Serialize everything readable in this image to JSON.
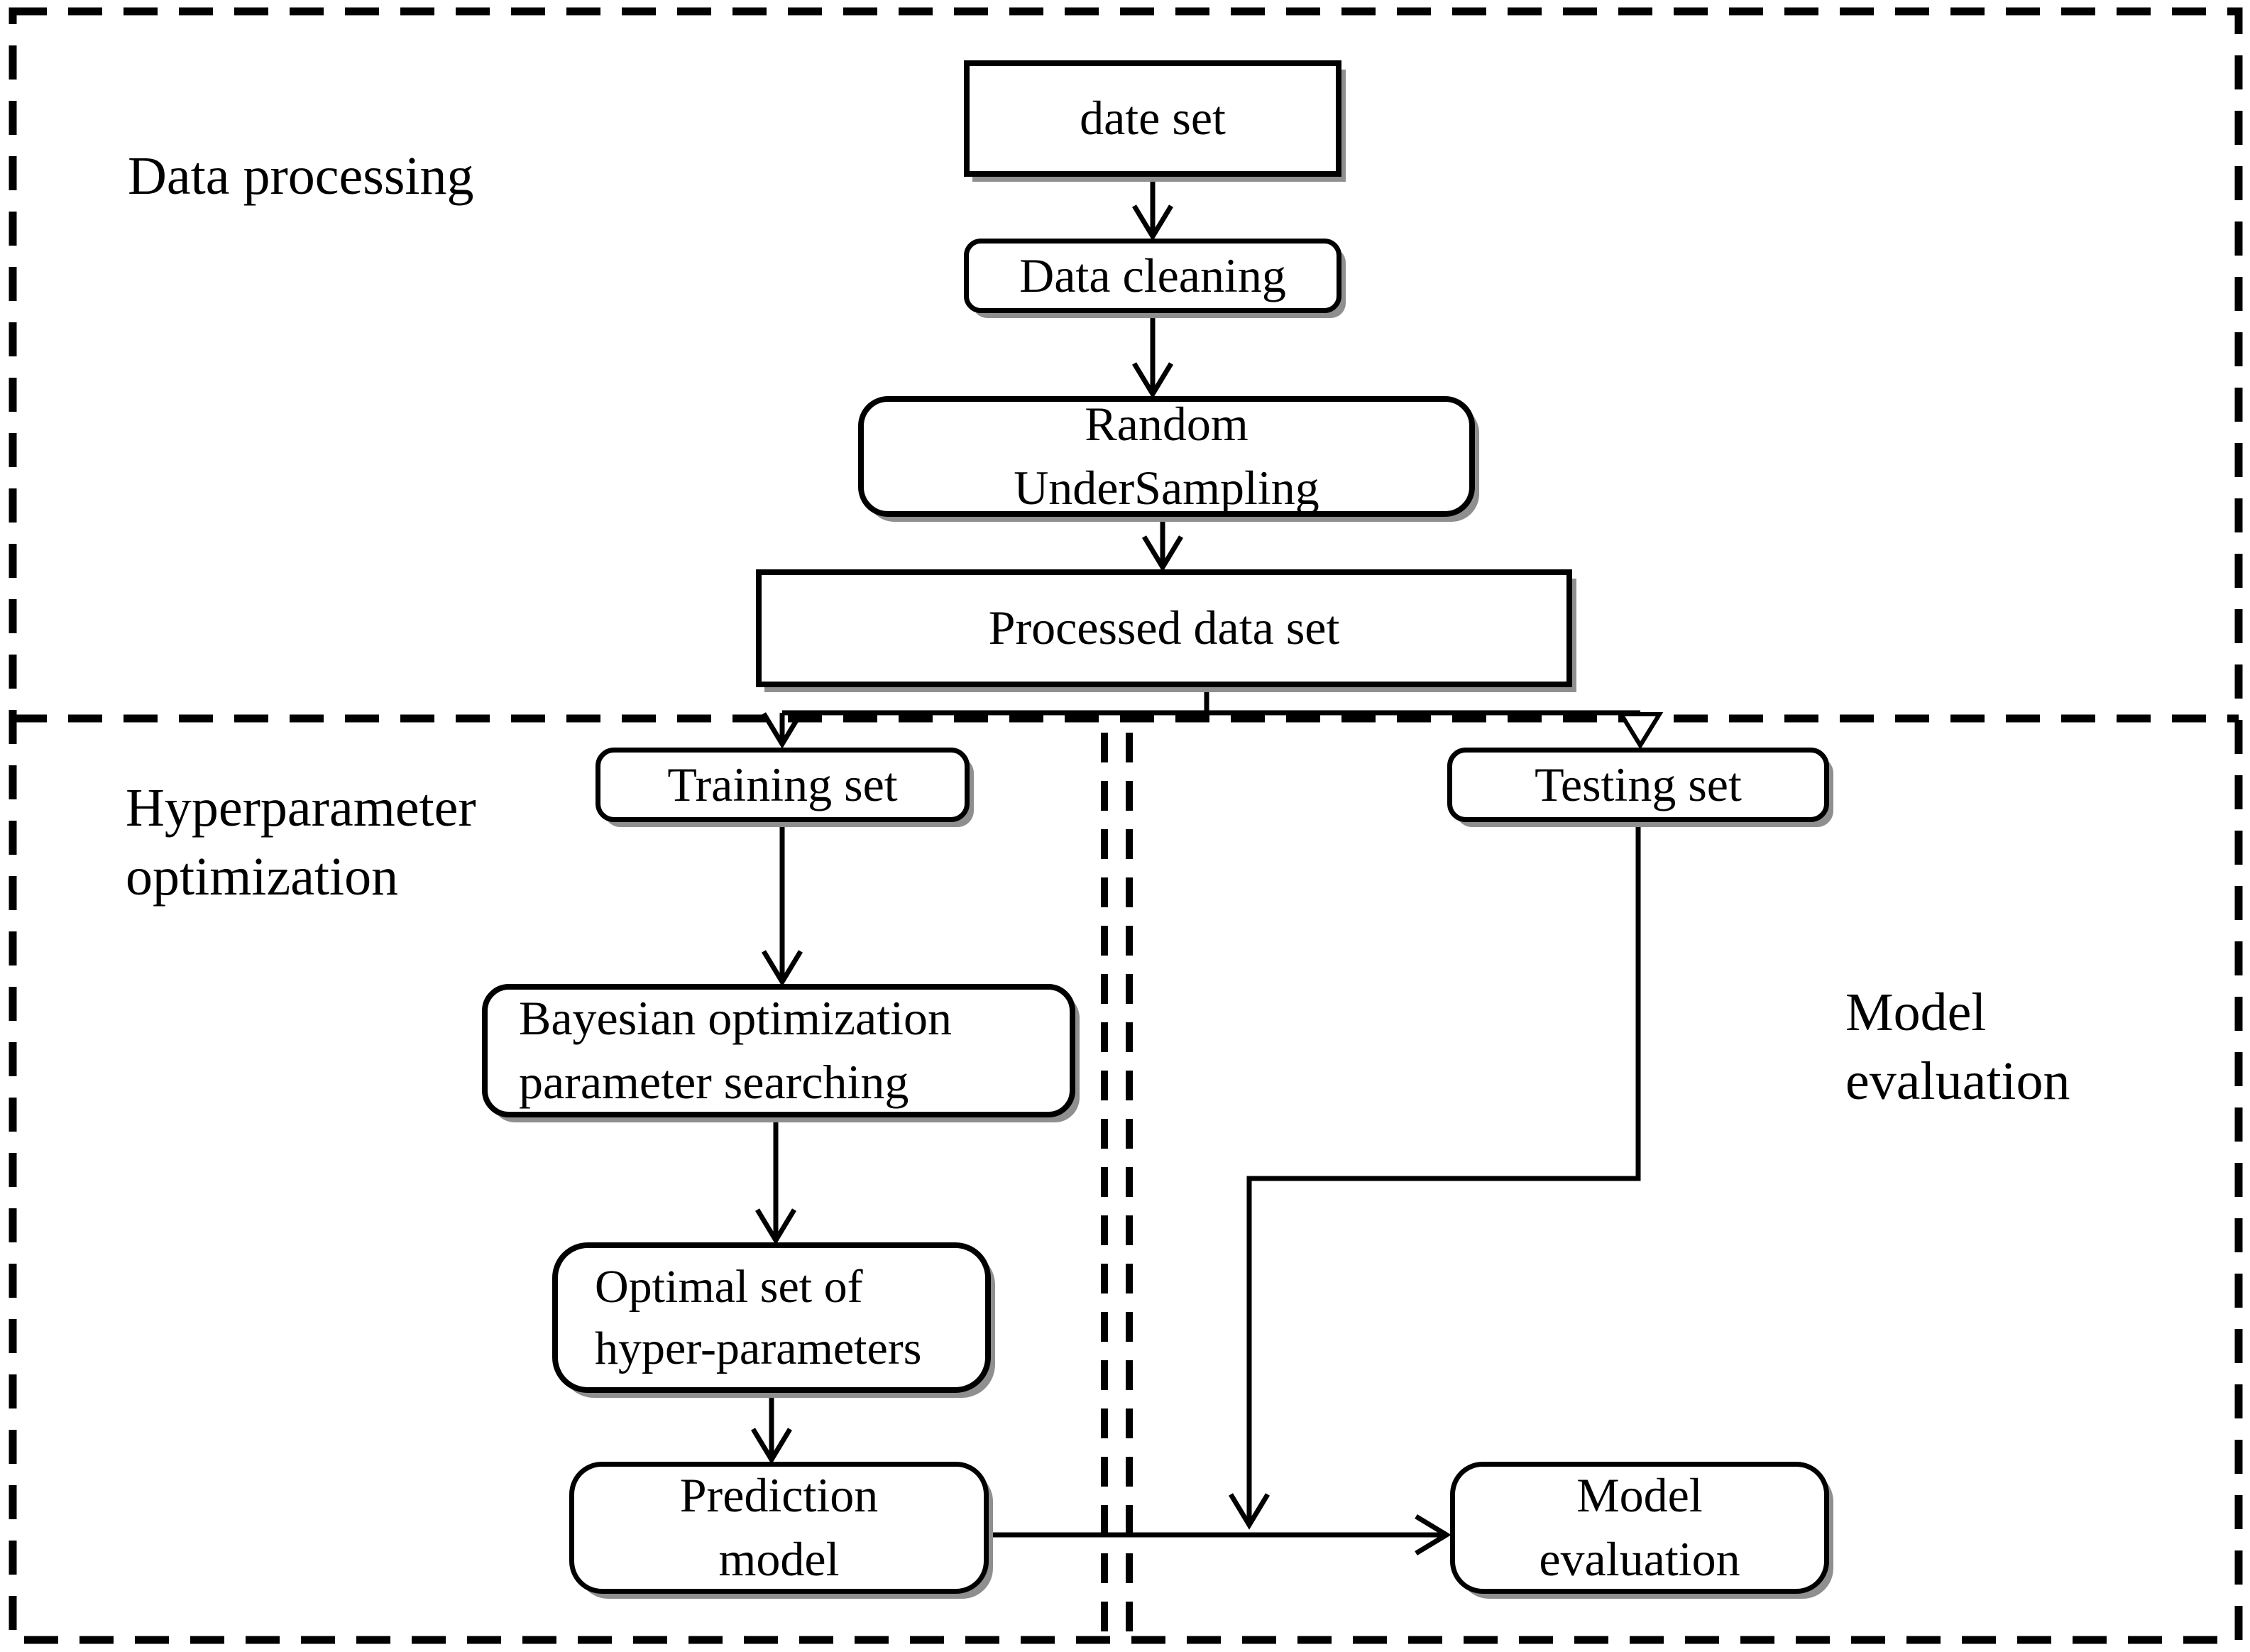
{
  "figure": {
    "type": "flowchart",
    "background": "#ffffff",
    "line_color": "#000000",
    "text_color": "#000000"
  },
  "sections": {
    "data_processing": {
      "label": "Data processing"
    },
    "hyperparameter_optimization": {
      "label": "Hyperparameter\noptimization"
    },
    "model_evaluation": {
      "label": "Model\nevaluation"
    }
  },
  "nodes": {
    "date_set": {
      "label": "date set",
      "shape": "rectangle"
    },
    "data_cleaning": {
      "label": "Data cleaning",
      "shape": "rounded"
    },
    "random_undersampling": {
      "label": "Random\nUnderSampling",
      "shape": "rounded"
    },
    "processed_data_set": {
      "label": "Processed data set",
      "shape": "rectangle"
    },
    "training_set": {
      "label": "Training set",
      "shape": "rounded"
    },
    "testing_set": {
      "label": "Testing set",
      "shape": "rounded"
    },
    "bayesian_optimization": {
      "label": "Bayesian optimization\nparameter searching",
      "shape": "rounded"
    },
    "optimal_set": {
      "label": "Optimal set of\nhyper-parameters",
      "shape": "rounded"
    },
    "prediction_model": {
      "label": "Prediction\nmodel",
      "shape": "rounded"
    },
    "model_evaluation": {
      "label": "Model\nevaluation",
      "shape": "rounded"
    }
  },
  "edges": [
    {
      "from": "date_set",
      "to": "data_cleaning",
      "arrowhead": "chevron"
    },
    {
      "from": "data_cleaning",
      "to": "random_undersampling",
      "arrowhead": "chevron"
    },
    {
      "from": "random_undersampling",
      "to": "processed_data_set",
      "arrowhead": "chevron"
    },
    {
      "from": "processed_data_set",
      "to": "training_set",
      "arrowhead": "chevron"
    },
    {
      "from": "processed_data_set",
      "to": "testing_set",
      "arrowhead": "open-triangle"
    },
    {
      "from": "training_set",
      "to": "bayesian_optimization",
      "arrowhead": "chevron"
    },
    {
      "from": "bayesian_optimization",
      "to": "optimal_set",
      "arrowhead": "chevron"
    },
    {
      "from": "optimal_set",
      "to": "prediction_model",
      "arrowhead": "chevron"
    },
    {
      "from": "prediction_model",
      "to": "model_evaluation",
      "arrowhead": "chevron"
    },
    {
      "from": "testing_set",
      "to": "model_evaluation",
      "arrowhead": "chevron"
    }
  ]
}
